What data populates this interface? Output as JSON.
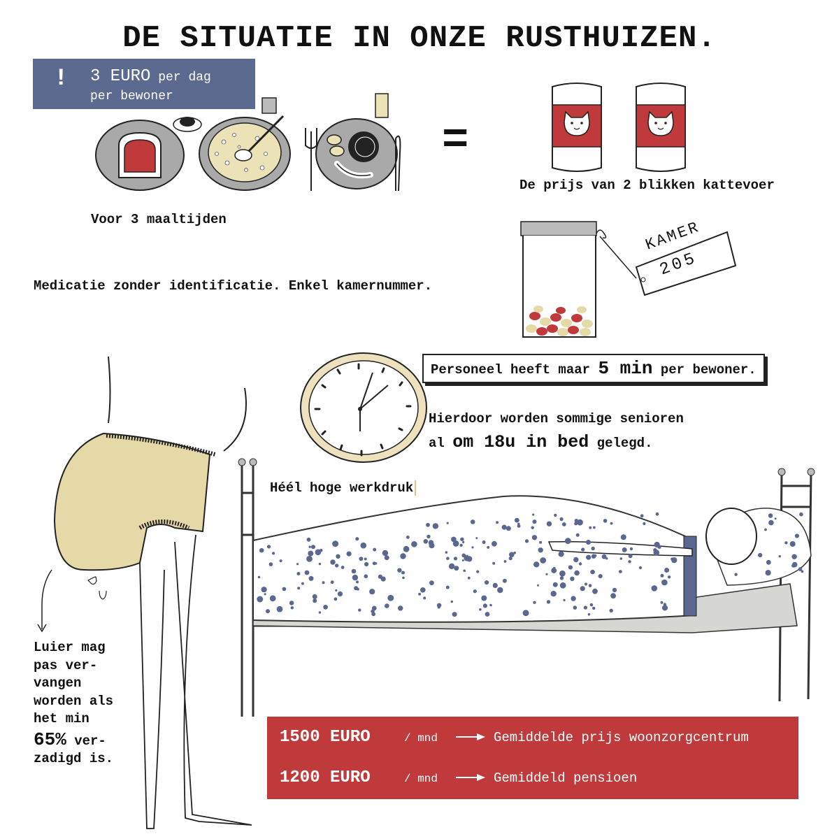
{
  "title": "DE SITUATIE IN ONZE RUSTHUIZEN.",
  "budget": {
    "exclamation": "!",
    "amount": "3 EURO",
    "per_day": "per dag",
    "per_resident": "per bewoner"
  },
  "meals_caption": "Voor 3 maaltijden",
  "equals_sign": "=",
  "catfood_caption": "De prijs van 2 blikken kattevoer",
  "medication_text": "Medicatie zonder identificatie. Enkel kamernummer.",
  "tag": {
    "line1": "KAMER",
    "line2": "205"
  },
  "staff": {
    "prefix": "Personeel heeft maar",
    "highlight": "5 min",
    "suffix": "per bewoner."
  },
  "bedtime": {
    "line1": "Hierdoor worden sommige senioren",
    "line2_prefix": "al",
    "line2_highlight": "om 18u in bed",
    "line2_suffix": "gelegd."
  },
  "workload": "Héél hoge werkdruk",
  "diaper": {
    "lines": [
      "Luier mag",
      "pas ver-",
      "vangen",
      "worden als",
      "het min"
    ],
    "percent": "65%",
    "line_after_percent": "ver-",
    "last_line": "zadigd is."
  },
  "costs": [
    {
      "amount": "1500 EURO",
      "unit": "/ mnd",
      "label": "Gemiddelde prijs woonzorgcentrum"
    },
    {
      "amount": "1200 EURO",
      "unit": "/ mnd",
      "label": "Gemiddeld pensioen"
    }
  ],
  "colors": {
    "accent_red": "#c0393b",
    "accent_blue": "#5b6b8f",
    "plate_grey": "#a9a9a9",
    "diaper_beige": "#e6d9a8",
    "dot_blue": "#5a6890",
    "clock_rim": "#ede2bd"
  },
  "icons": [
    "exclamation-icon",
    "plate-icon",
    "fork-icon",
    "knife-icon",
    "cup-icon",
    "glass-icon",
    "cat-face-icon",
    "arrow-right-icon",
    "clock-icon"
  ]
}
